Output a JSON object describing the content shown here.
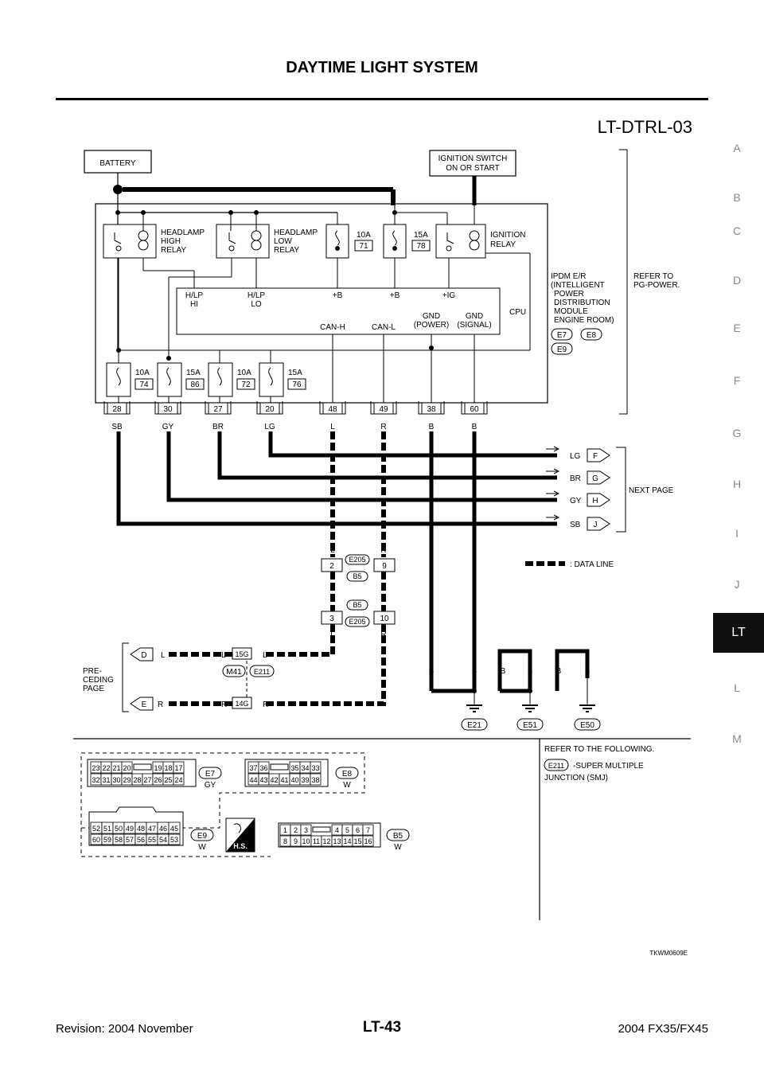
{
  "header": {
    "title": "DAYTIME LIGHT SYSTEM",
    "diagram_code": "LT-DTRL-03"
  },
  "index_tabs": [
    {
      "label": "A"
    },
    {
      "label": "B"
    },
    {
      "label": "C"
    },
    {
      "label": "D"
    },
    {
      "label": "E"
    },
    {
      "label": "F"
    },
    {
      "label": "G"
    },
    {
      "label": "H"
    },
    {
      "label": "I"
    },
    {
      "label": "J"
    },
    {
      "label": "LT",
      "active": true
    },
    {
      "label": "L"
    },
    {
      "label": "M"
    }
  ],
  "diagram": {
    "battery": "BATTERY",
    "ignition_line1": "IGNITION SWITCH",
    "ignition_line2": "ON OR START",
    "hl_high": [
      "HEADLAMP",
      "HIGH",
      "RELAY"
    ],
    "hl_low": [
      "HEADLAMP",
      "LOW",
      "RELAY"
    ],
    "ign_relay": [
      "IGNITION",
      "RELAY"
    ],
    "top_fuses": [
      {
        "amp": "10A",
        "no": "71"
      },
      {
        "amp": "15A",
        "no": "78"
      }
    ],
    "cpu_labels": [
      "H/LP",
      "HI",
      "H/LP",
      "LO",
      "+B",
      "+B",
      "+IG",
      "GND",
      "(POWER)",
      "GND",
      "(SIGNAL)",
      "CAN-H",
      "CAN-L"
    ],
    "cpu": "CPU",
    "ipdm_lines": [
      "IPDM E/R",
      "(INTELLIGENT",
      "POWER",
      "DISTRIBUTION",
      "MODULE",
      "ENGINE ROOM)"
    ],
    "ipdm_conns": [
      "E7",
      "E8",
      "E9"
    ],
    "refer_power": [
      "REFER TO",
      "PG-POWER."
    ],
    "bottom_fuses": [
      {
        "amp": "10A",
        "no": "74"
      },
      {
        "amp": "15A",
        "no": "86"
      },
      {
        "amp": "10A",
        "no": "72"
      },
      {
        "amp": "15A",
        "no": "76"
      }
    ],
    "pins": [
      "28",
      "30",
      "27",
      "20",
      "48",
      "49",
      "38",
      "60"
    ],
    "wire_colors": [
      "SB",
      "GY",
      "BR",
      "LG",
      "L",
      "R",
      "B",
      "B"
    ],
    "next_page": [
      {
        "color": "LG",
        "ref": "F"
      },
      {
        "color": "BR",
        "ref": "G"
      },
      {
        "color": "GY",
        "ref": "H"
      },
      {
        "color": "SB",
        "ref": "J"
      }
    ],
    "next_page_label": "NEXT PAGE",
    "data_line_legend": ": DATA LINE",
    "conn_e205": {
      "name": "E205",
      "name2": "B5",
      "left": "2",
      "right": "9",
      "top": [
        "L",
        "R"
      ],
      "bottom": [
        "L",
        "R"
      ]
    },
    "conn_b5": {
      "name": "B5",
      "name2": "E205",
      "left": "3",
      "right": "10",
      "bottom": [
        "L",
        "R"
      ]
    },
    "preceding": [
      "PRE-",
      "CEDING",
      "PAGE"
    ],
    "preceding_rows": [
      {
        "ref": "D",
        "color": "L",
        "pin": "15G",
        "color2": "L",
        "color3": "L"
      },
      {
        "ref": "E",
        "color": "R",
        "pin": "14G",
        "color2": "R",
        "color3": "R"
      }
    ],
    "smj_conns": [
      "M41",
      "E211"
    ],
    "grounds": [
      "E21",
      "E51",
      "E50"
    ],
    "ground_wires": [
      "B",
      "B",
      "B",
      "B",
      "B",
      "B"
    ]
  },
  "connectors": {
    "e7": {
      "name": "E7",
      "color": "GY",
      "row1": [
        "23",
        "22",
        "21",
        "20",
        "19",
        "18",
        "17"
      ],
      "row2": [
        "32",
        "31",
        "30",
        "29",
        "28",
        "27",
        "26",
        "25",
        "24"
      ]
    },
    "e8": {
      "name": "E8",
      "color": "W",
      "row1": [
        "37",
        "36",
        "35",
        "34",
        "33"
      ],
      "row2": [
        "44",
        "43",
        "42",
        "41",
        "40",
        "39",
        "38"
      ]
    },
    "e9": {
      "name": "E9",
      "color": "W",
      "row1": [
        "52",
        "51",
        "50",
        "49",
        "48",
        "47",
        "46",
        "45"
      ],
      "row2": [
        "60",
        "59",
        "58",
        "57",
        "56",
        "55",
        "54",
        "53"
      ]
    },
    "b5": {
      "name": "B5",
      "color": "W",
      "row1": [
        "1",
        "2",
        "3",
        "4",
        "5",
        "6",
        "7"
      ],
      "row2": [
        "8",
        "9",
        "10",
        "11",
        "12",
        "13",
        "14",
        "15",
        "16"
      ]
    },
    "hs": "H.S.",
    "refer_following": "REFER TO THE FOLLOWING.",
    "smj_conn": "E211",
    "smj_text1": "-SUPER MULTIPLE",
    "smj_text2": "JUNCTION (SMJ)"
  },
  "figure_id": "TKWM0609E",
  "footer": {
    "revision": "Revision: 2004 November",
    "page": "LT-43",
    "model": "2004 FX35/FX45"
  }
}
